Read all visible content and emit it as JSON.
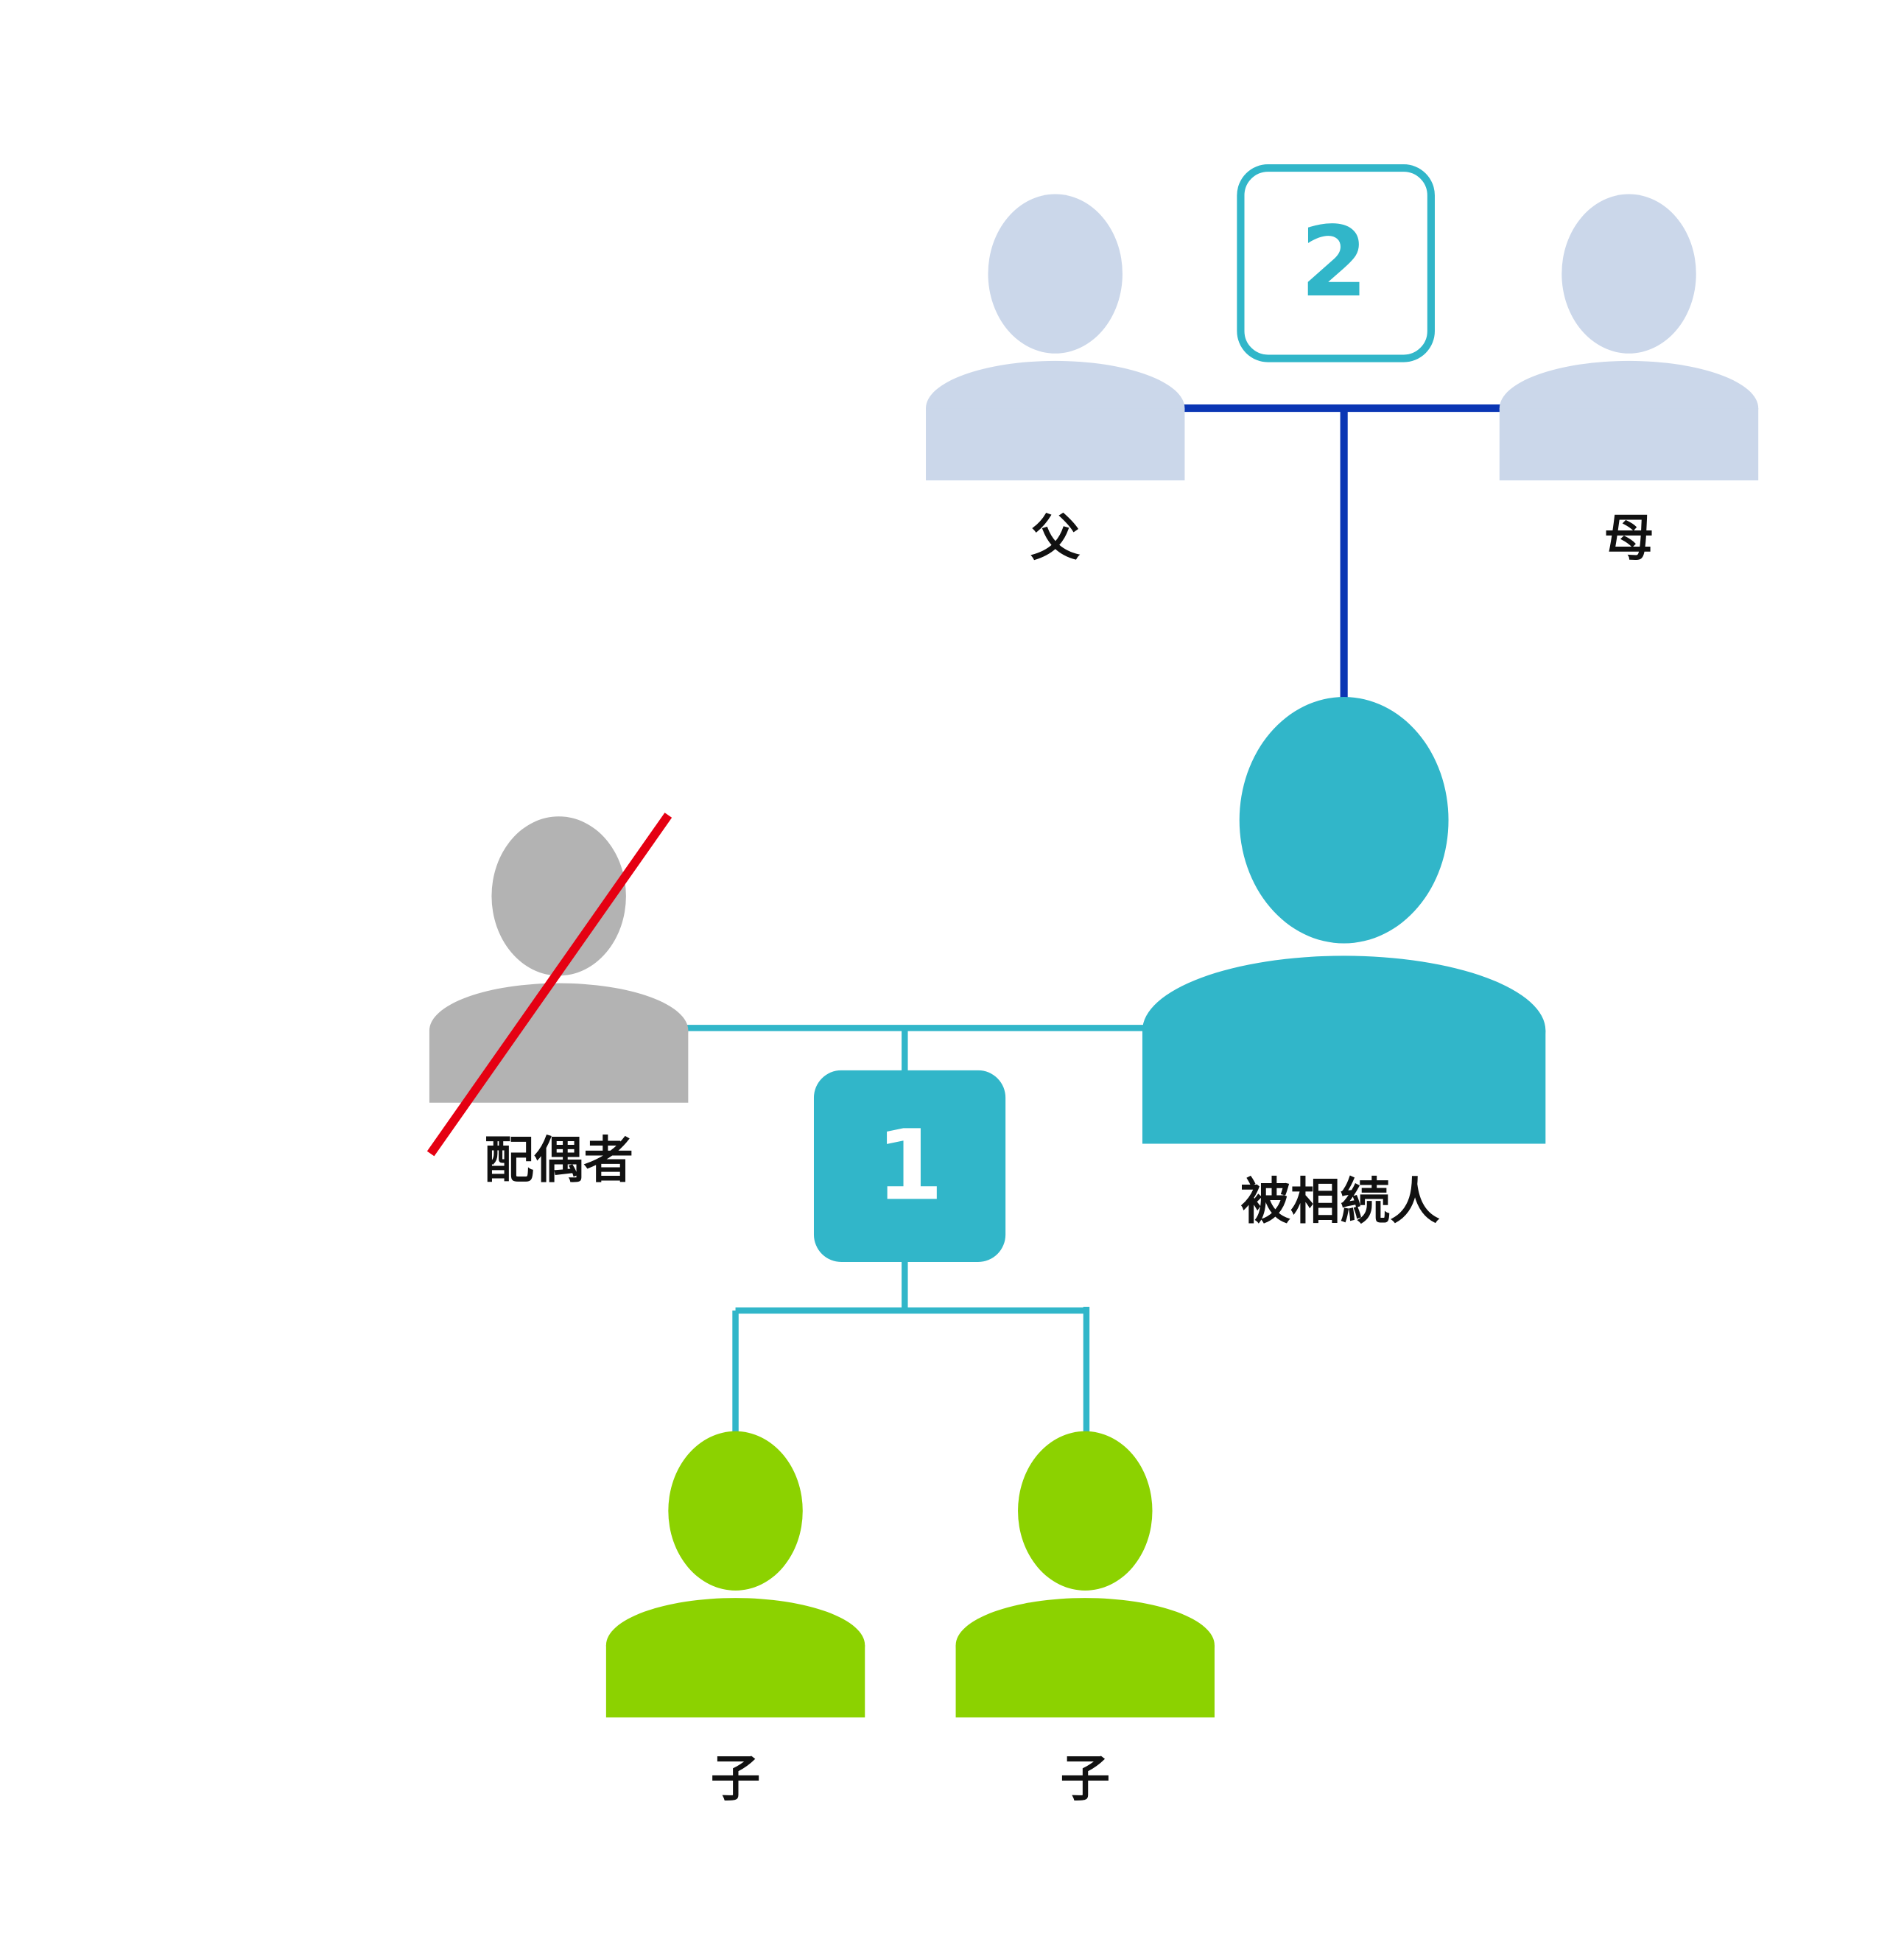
{
  "labels": {
    "father": "父",
    "mother": "母",
    "deceased": "被相続人",
    "spouse": "配偶者",
    "child1": "子",
    "child2": "子"
  },
  "ranks": {
    "parents": "2",
    "children": "1"
  },
  "spouse_crossed_out": true,
  "colors": {
    "parents": "#cbd7ea",
    "parent_line": "#0a36b4",
    "deceased": "#31b6c9",
    "spouse": "#b3b3b3",
    "cross": "#e50012",
    "children": "#8cd200"
  }
}
